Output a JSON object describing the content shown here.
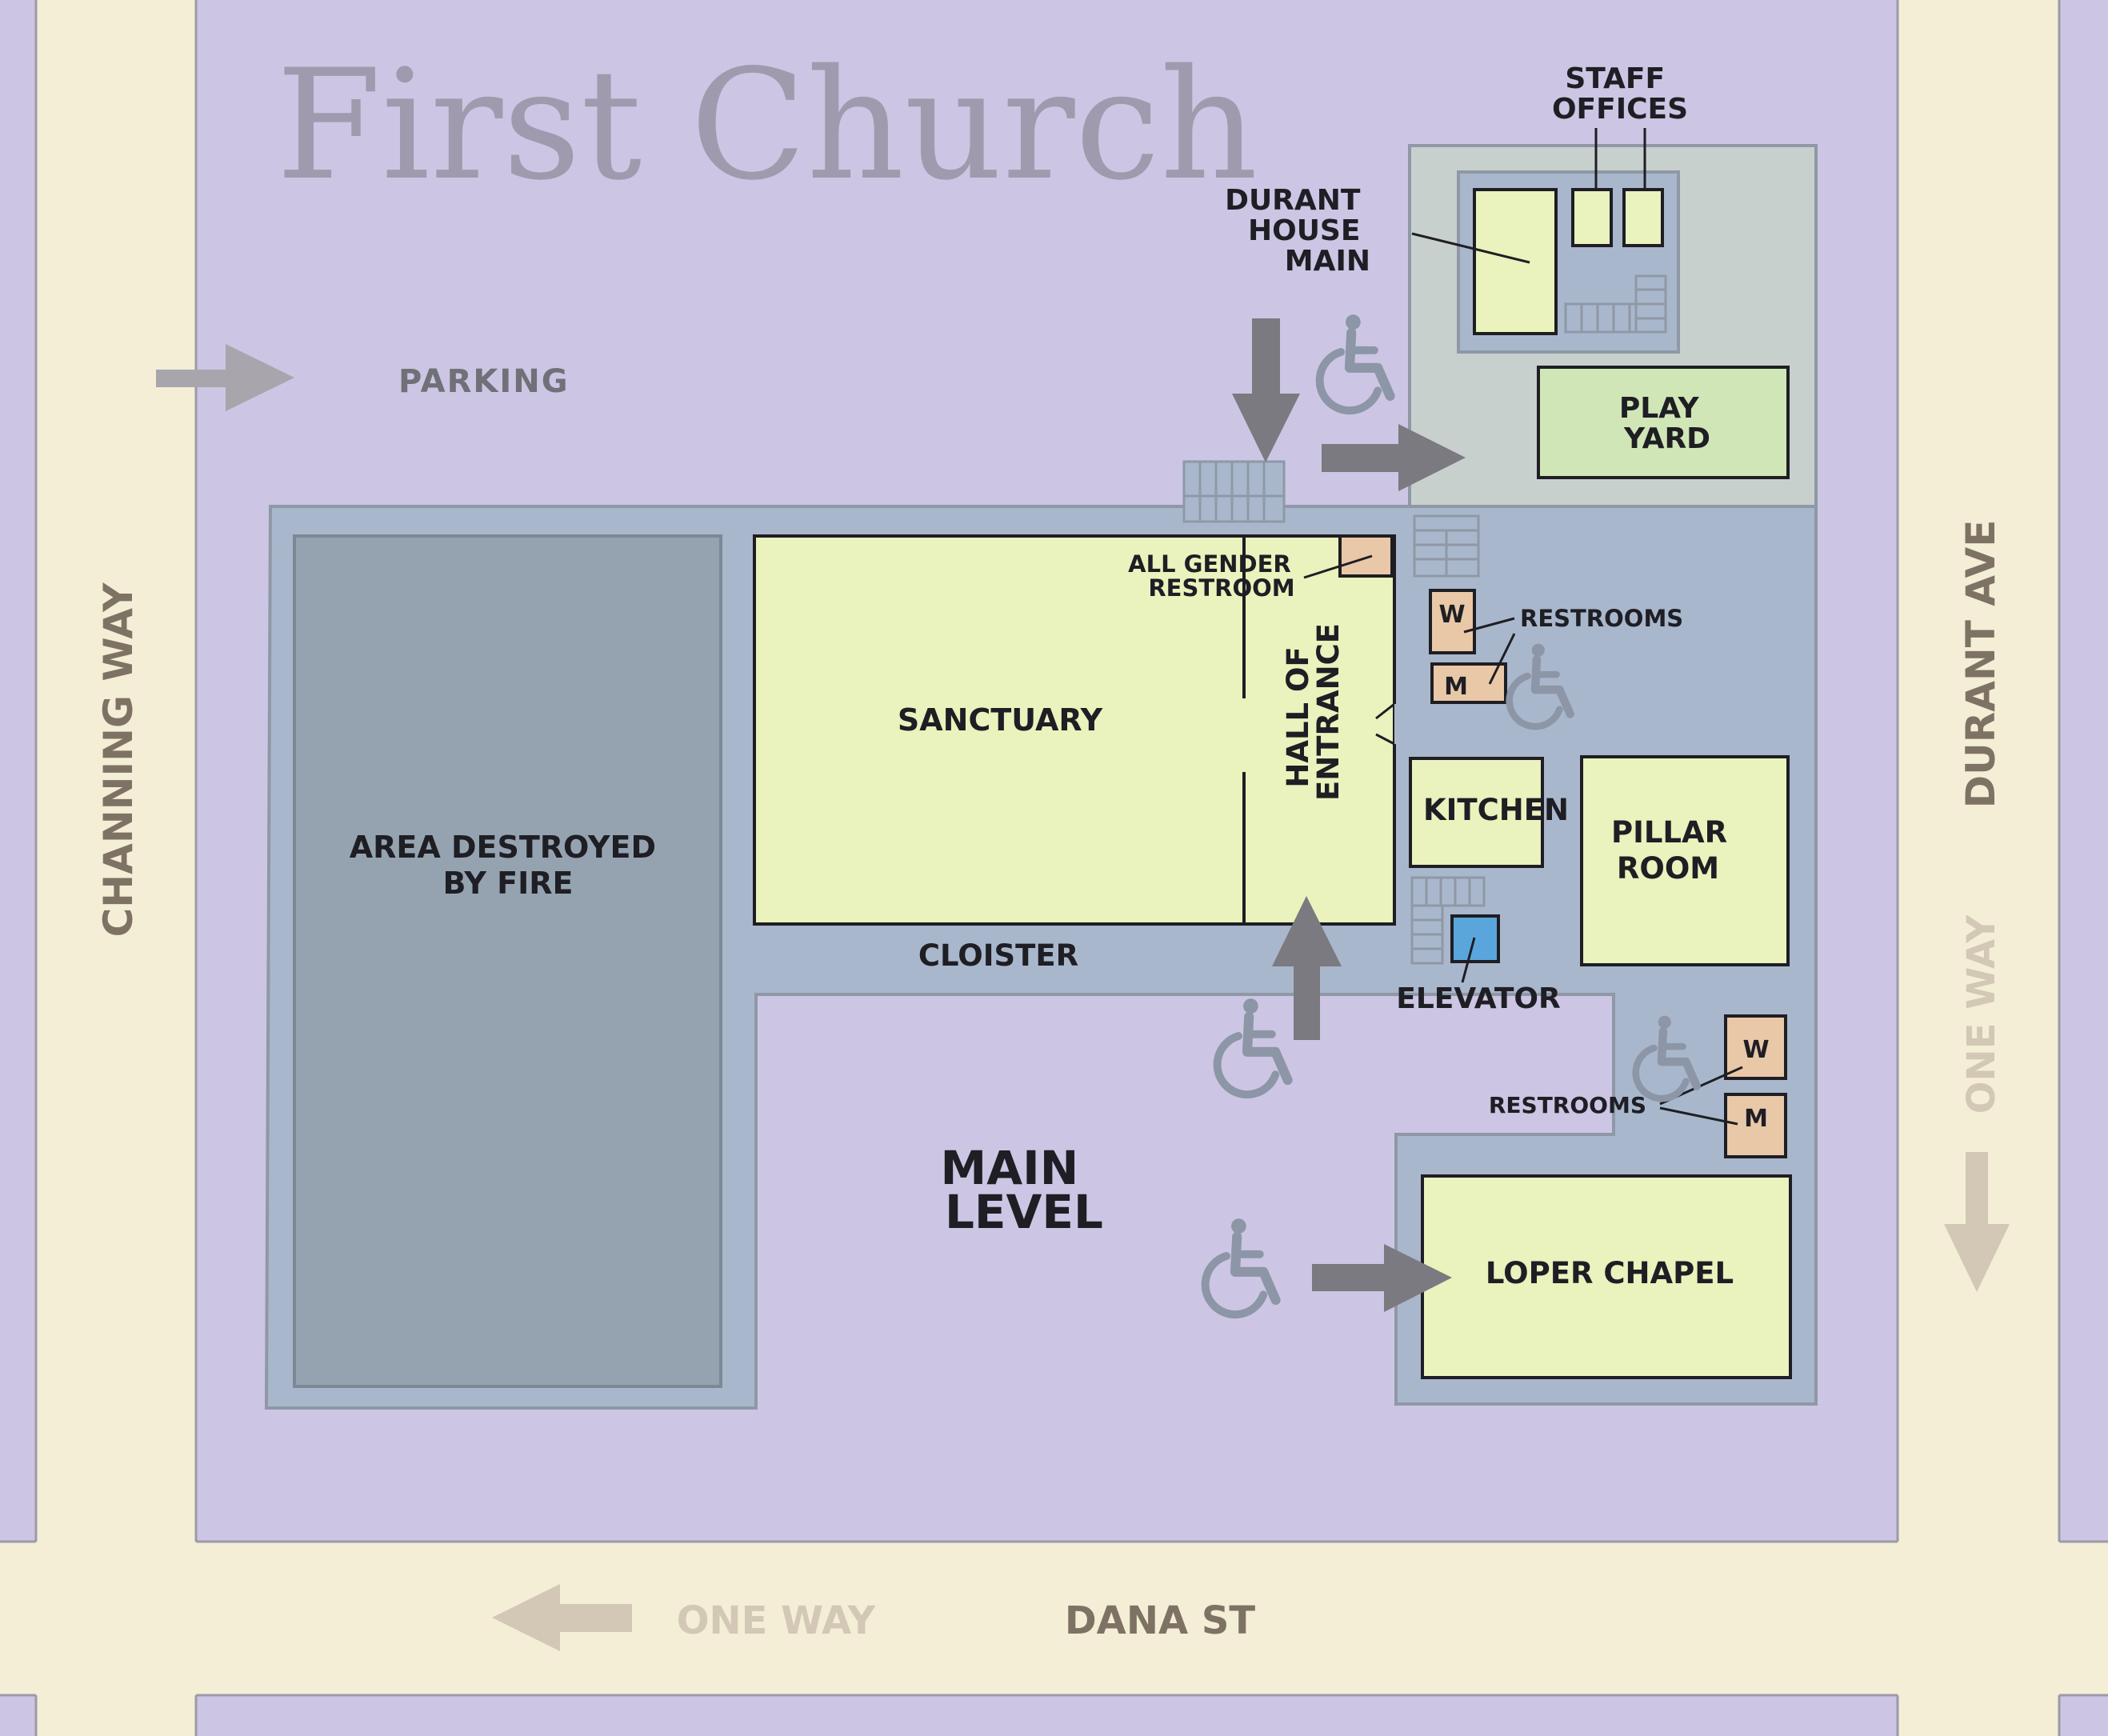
{
  "title": "First Church",
  "level_label": [
    "MAIN",
    "LEVEL"
  ],
  "streets": {
    "west": "CHANNING WAY",
    "east": "DURANT AVE",
    "south": "DANA ST",
    "one_way_south": "ONE WAY",
    "one_way_east": "ONE WAY"
  },
  "areas": {
    "parking": "PARKING",
    "fire": [
      "AREA DESTROYED",
      "BY FIRE"
    ],
    "sanctuary": "SANCTUARY",
    "hall": [
      "HALL OF",
      "ENTRANCE"
    ],
    "all_gender": [
      "ALL GENDER",
      "RESTROOM"
    ],
    "restrooms_upper": "RESTROOMS",
    "restrooms_lower": "RESTROOMS",
    "kitchen": "KITCHEN",
    "pillar": [
      "PILLAR",
      "ROOM"
    ],
    "cloister": "CLOISTER",
    "elevator": "ELEVATOR",
    "loper": "LOPER CHAPEL",
    "play_yard": [
      "PLAY",
      "YARD"
    ],
    "durant_house": [
      "DURANT",
      "HOUSE",
      "MAIN"
    ],
    "staff_offices": [
      "STAFF",
      "OFFICES"
    ],
    "women": "W",
    "men": "M"
  },
  "icons": [
    "wheelchair-icon",
    "arrow-icon",
    "stairs-icon"
  ],
  "colors": {
    "background": "#ccc5e3",
    "street": "#f3eed5",
    "building": "#a9b7cc",
    "room": "#eaf2bd",
    "fire_area": "#95a3b1",
    "restroom": "#e9c8a8",
    "elevator": "#5aa6dc",
    "play_yard": "#d0e6b7",
    "house_lot": "#c8d0cd",
    "arrow": "#7a7a80"
  }
}
